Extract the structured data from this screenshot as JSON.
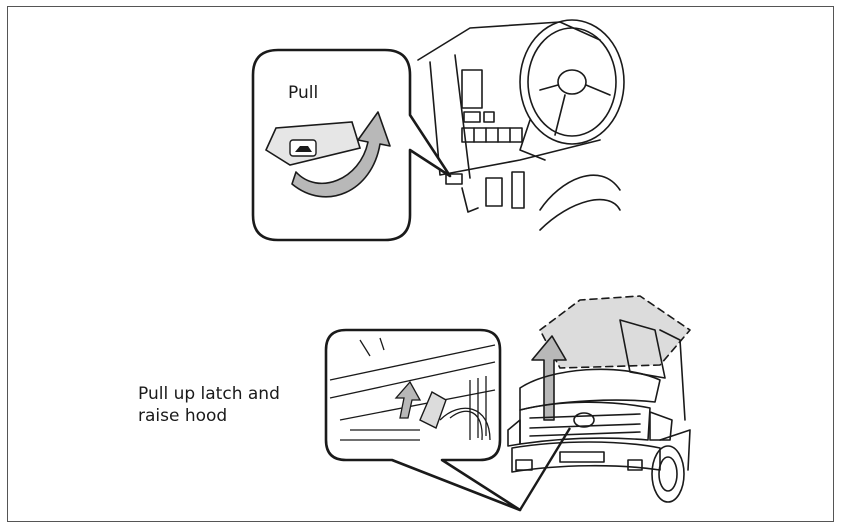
{
  "top_illustration": {
    "callout_label": "Pull"
  },
  "bottom_illustration": {
    "instruction_line1": "Pull up latch and",
    "instruction_line2": "raise hood"
  },
  "colors": {
    "line": "#1a1a1a",
    "arrow_fill": "#b8b8b8",
    "hood_dash_fill": "#dcdcdc",
    "frame": "#555555"
  }
}
